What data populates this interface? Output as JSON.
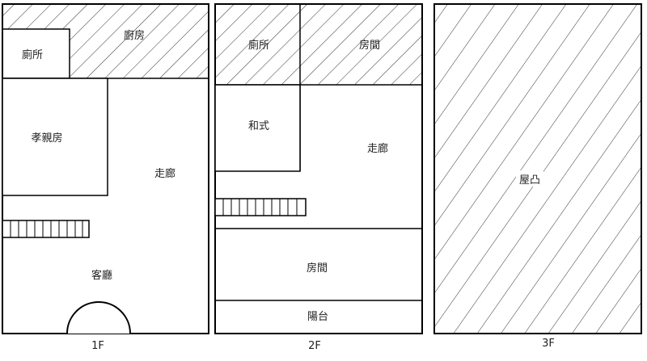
{
  "floors": {
    "f1": {
      "label": "1F",
      "rooms": {
        "toilet": "廁所",
        "kitchen": "廚房",
        "parents_room": "孝親房",
        "corridor": "走廊",
        "living_room": "客廳"
      }
    },
    "f2": {
      "label": "2F",
      "rooms": {
        "toilet": "廁所",
        "room_top": "房間",
        "japanese_room": "和式",
        "corridor": "走廊",
        "room_bottom": "房間",
        "balcony": "陽台"
      }
    },
    "f3": {
      "label": "3F",
      "rooms": {
        "rooftop": "屋凸"
      }
    }
  }
}
